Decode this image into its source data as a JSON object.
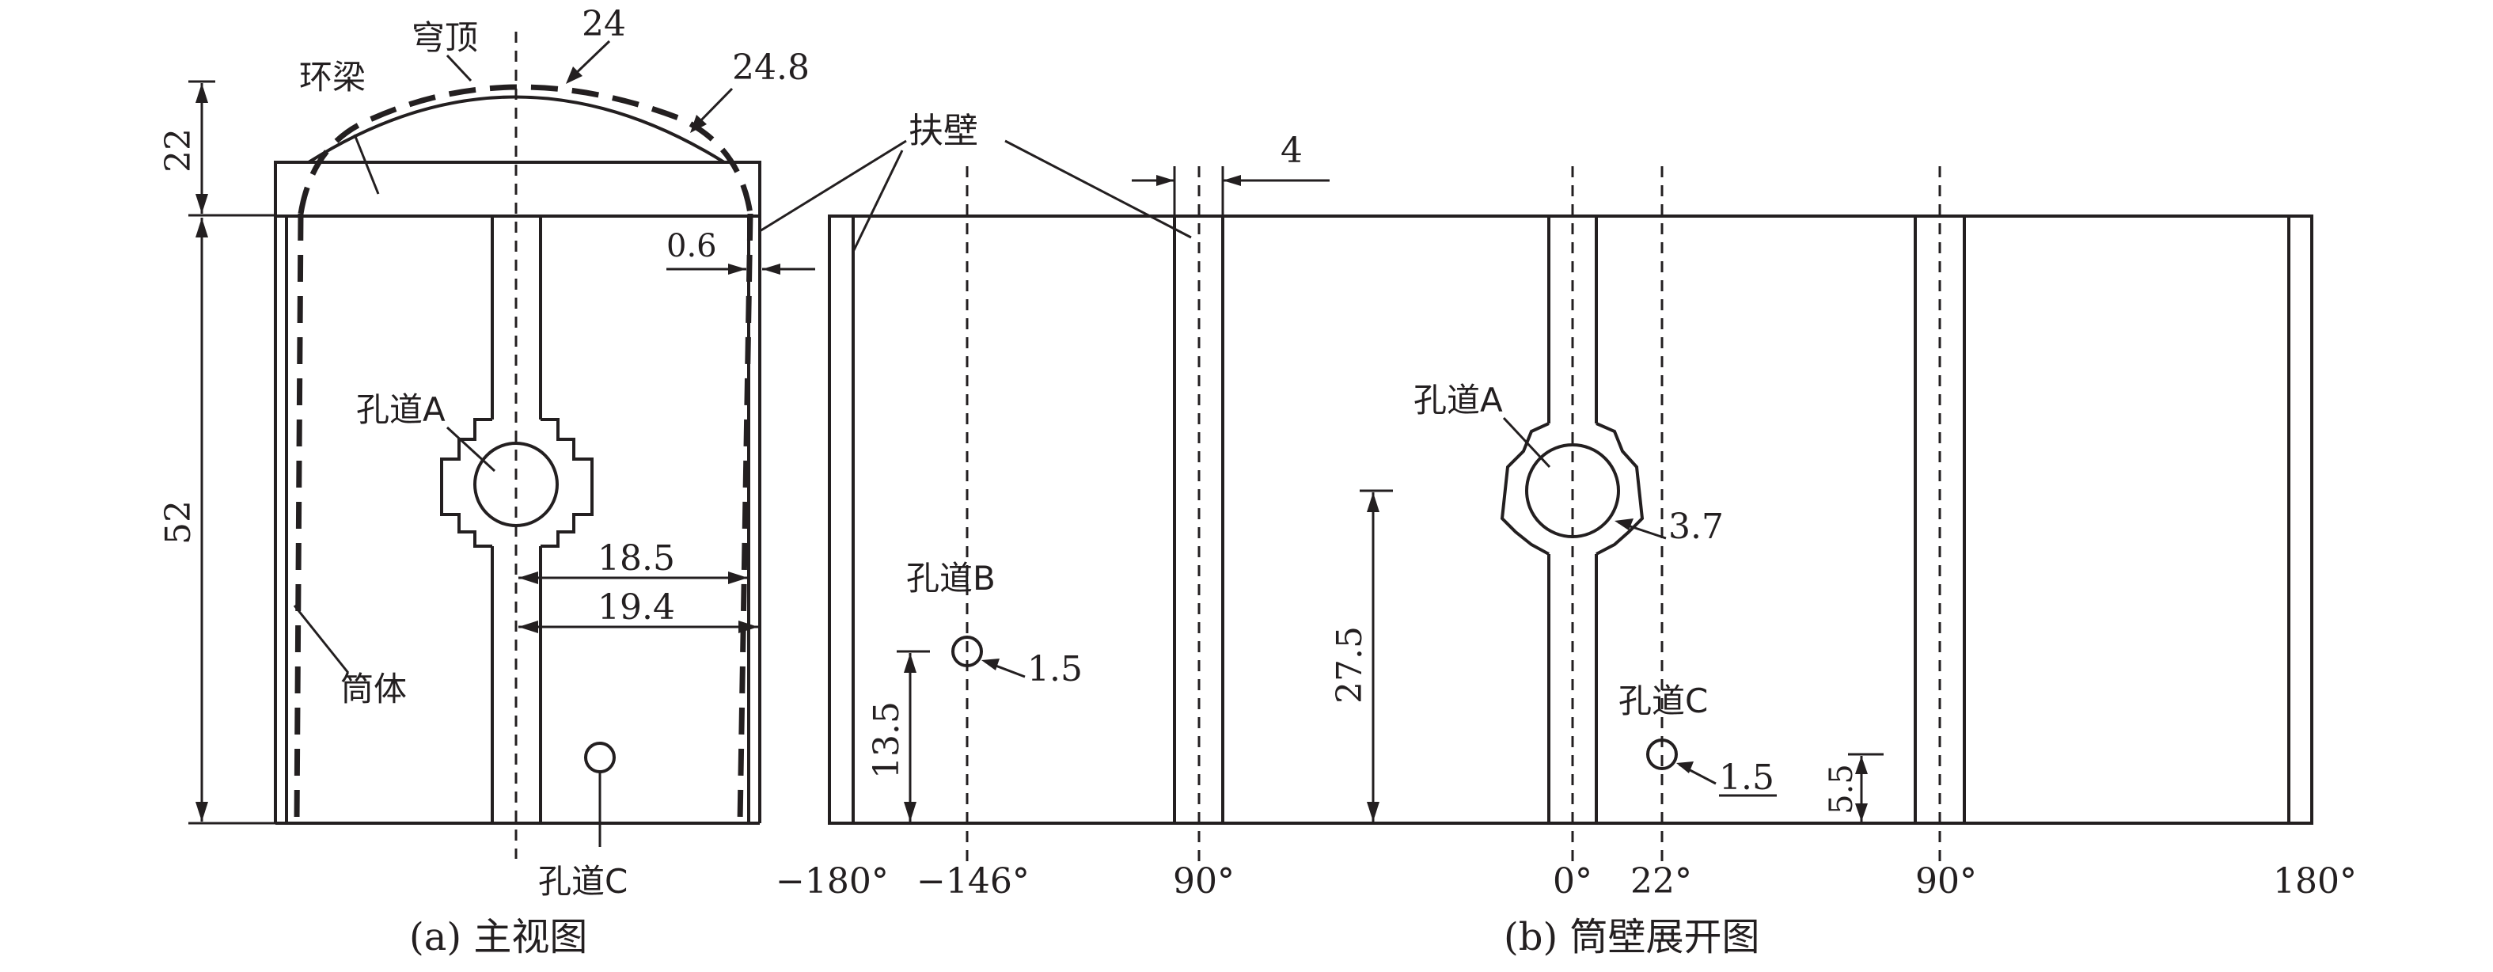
{
  "front_view": {
    "caption": "(a) 主视图",
    "labels": {
      "dome": "穹顶",
      "ring_beam": "环梁",
      "cylinder": "筒体",
      "hole_a": "孔道A",
      "hole_c": "孔道C"
    },
    "dims": {
      "dome_top": "24",
      "dome_outer": "24.8",
      "beam_height": "22",
      "wall_height": "52",
      "wall_thickness": "0.6",
      "inner_radius": "18.5",
      "outer_radius": "19.4"
    }
  },
  "development_view": {
    "caption": "(b) 筒壁展开图",
    "labels": {
      "buttress": "扶壁",
      "hole_a": "孔道A",
      "hole_b": "孔道B",
      "hole_c": "孔道C"
    },
    "dims": {
      "buttress_width": "4",
      "hole_a_dia": "3.7",
      "hole_a_height": "27.5",
      "hole_b_dia": "1.5",
      "hole_b_height": "13.5",
      "hole_c_dia": "1.5",
      "hole_c_height": "5.5"
    },
    "angles": [
      "−180°",
      "−146°",
      "90°",
      "0°",
      "22°",
      "90°",
      "180°"
    ]
  }
}
